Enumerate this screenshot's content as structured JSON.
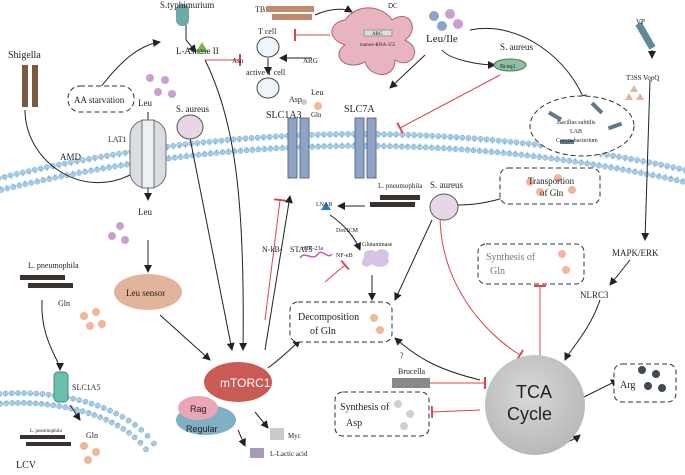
{
  "labels": {
    "s_typhimurium": "S.typhimurium",
    "l_asnase": "L-Asnase II",
    "shigella": "Shigella",
    "aa_starvation": "AA starvation",
    "amd": "AMD",
    "lat1": "LAT1",
    "leu_top": "Leu",
    "leu_mid": "Leu",
    "leu_sensor": "Leu sensor",
    "s_aureus_left": "S. aureus",
    "tb": "TB",
    "t_cell": "T cell",
    "asn": "Asn",
    "arg": "ARG",
    "active_t_cell": "active T cell",
    "asp": "Asp",
    "leu_gln_leu": "Leu",
    "leu_gln_gln": "Gln",
    "dc": "DC",
    "dc_arg": "ARG",
    "dc_mirna": "mature-RNA-155",
    "leu_ile": "Leu/Ile",
    "s_aureus_right": "S. aureus",
    "bcnq": "Bcnq1",
    "bacillus": "Bacillus subtilis",
    "lab": "LAB",
    "corynebacterium": "Corynebacterium",
    "slc1a3": "SLC1A3",
    "slc7a": "SLC7A",
    "l_pneumophila_mid": "L. pneumophila",
    "lnab": "LNAB",
    "dot_icm": "Dot/ICM",
    "nfkb_small": "NF-κB",
    "glutaminase": "Glutaminase",
    "mir23a": "miR-23a",
    "nfkb_stat5_a": "N-kB-",
    "nfkb_stat5_b": "STAT5",
    "decomp_line1": "Decomposition",
    "decomp_line2": "of  Gln",
    "question": "?",
    "s_aureus_center": "S. aureus",
    "transport_line1": "Transportion",
    "transport_line2": "of Gln",
    "synth_gln_line1": "Synthesis of",
    "synth_gln_line2": "Gln",
    "vp": "VP",
    "t3ss": "T3SS VopQ",
    "mapk": "MAPK/ERK",
    "nlrc3": "NLRC3",
    "brucella": "Brucella",
    "tca_line1": "TCA",
    "tca_line2": "Cycle",
    "arg_up": "Arg",
    "synth_asp_line1": "Synthesis of",
    "synth_asp_line2": "Asp",
    "mtorc1": "mTORC1",
    "rag": "Rag",
    "regular": "Regular",
    "myc": "Myc",
    "lactic": "L-Lactic acid",
    "l_pneumophila_left": "L. pneumophila",
    "gln_left": "Gln",
    "slc1a5": "SLC1A5",
    "l_pneumophila_lcv": "L. pneumophila",
    "gln_lcv": "Gln",
    "lcv": "LCV"
  },
  "colors": {
    "membrane_head": "#a9cfe8",
    "membrane_head_stroke": "#6fa3c9",
    "mtorc1": "#c95b55",
    "rag": "#e9a7b5",
    "regular": "#7fb0c4",
    "tca": "#c6c6c6",
    "leu_dot": "#c9a0cf",
    "gln_dot": "#f2b69a",
    "bacterium": "#7b5a44",
    "dark_rod": "#3a3230",
    "inhibit": "#d9434c",
    "transporter": "#8fa3c4",
    "dc": "#e8b4bf",
    "leu_sensor": "#e3b49c"
  }
}
